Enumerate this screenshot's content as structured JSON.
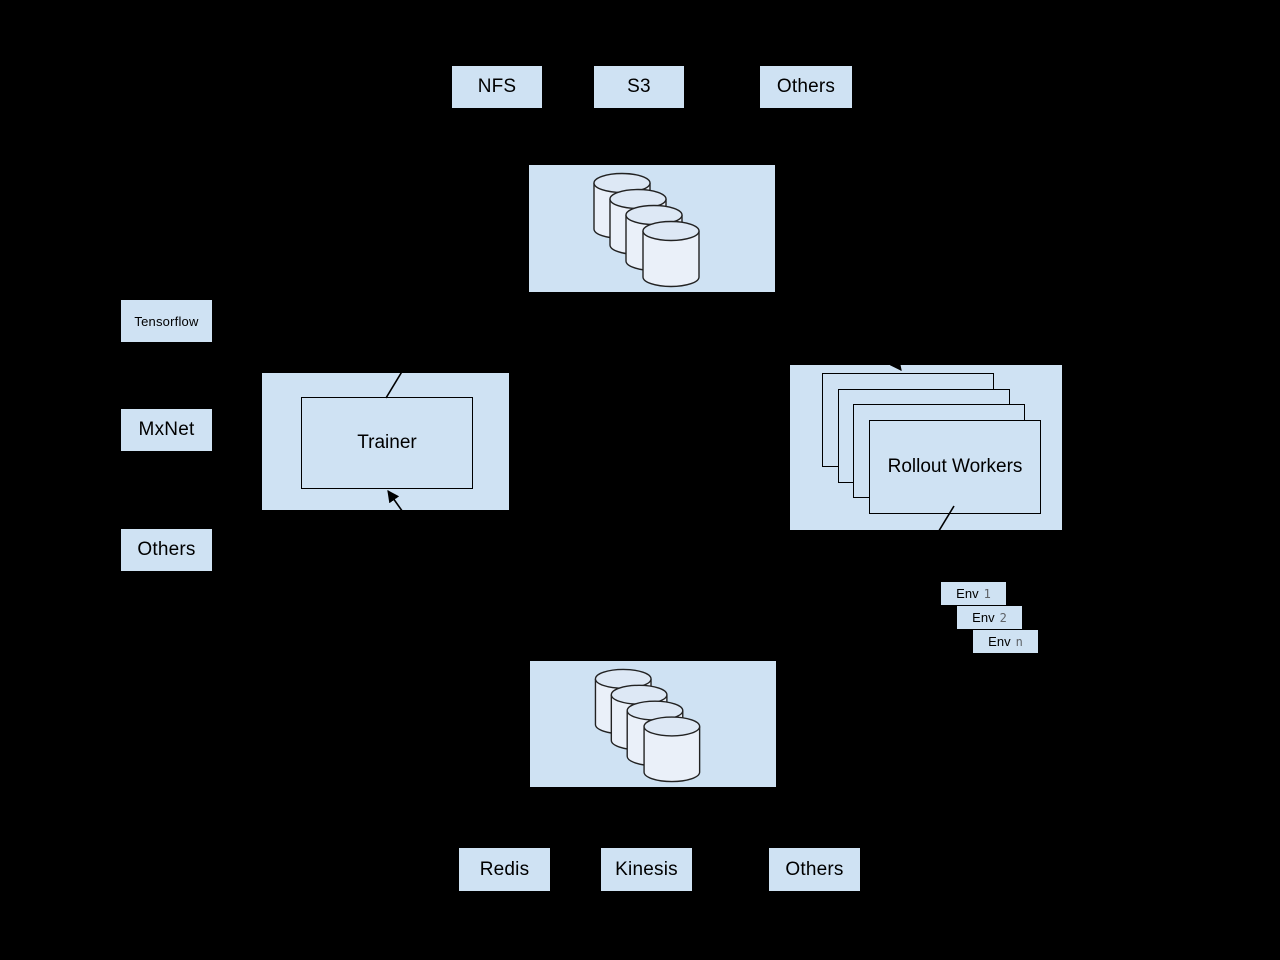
{
  "colors": {
    "background": "#000000",
    "box_fill": "#cfe2f3",
    "cylinder_body_fill": "#eaf0f9",
    "cylinder_top_fill": "#dde8f5",
    "shape_outline": "#222222",
    "connector_color": "#000000",
    "env_index_color": "#5f6368"
  },
  "model_storage": {
    "backends": [
      {
        "label": "NFS"
      },
      {
        "label": "S3"
      },
      {
        "label": "Others"
      }
    ],
    "icon": "database-cylinders"
  },
  "frameworks": [
    {
      "label": "Tensorflow"
    },
    {
      "label": "MxNet"
    },
    {
      "label": "Others"
    }
  ],
  "trainer": {
    "label": "Trainer"
  },
  "rollout_workers": {
    "label": "Rollout Workers",
    "stacked_copies": 4
  },
  "environments": [
    {
      "name": "Env",
      "index": "1"
    },
    {
      "name": "Env",
      "index": "2"
    },
    {
      "name": "Env",
      "index": "n"
    }
  ],
  "trajectory_storage": {
    "backends": [
      {
        "label": "Redis"
      },
      {
        "label": "Kinesis"
      },
      {
        "label": "Others"
      }
    ],
    "icon": "database-cylinders"
  }
}
